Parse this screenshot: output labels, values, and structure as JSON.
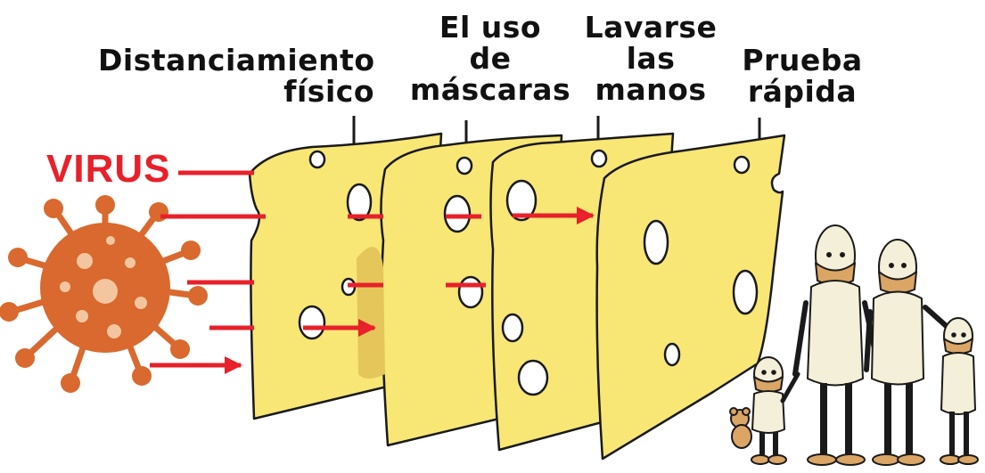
{
  "labels": {
    "virus": "VIRUS",
    "layer1": "Distanciamiento\nfísico",
    "layer2": "El uso\nde\nmáscaras",
    "layer3": "Lavarse\nlas\nmanos",
    "layer4": "Prueba\nrápida"
  },
  "colors": {
    "virus": "#d9692e",
    "arrow": "#e8202a",
    "cheese": "#f8e675",
    "cheese_shadow": "#e4c65a",
    "outline": "#1a1a1a",
    "skin": "#f4efd8",
    "mask": "#dba565"
  },
  "icons": [
    "virus-icon",
    "cheese-slice",
    "family-figures",
    "teddy-bear-icon"
  ]
}
